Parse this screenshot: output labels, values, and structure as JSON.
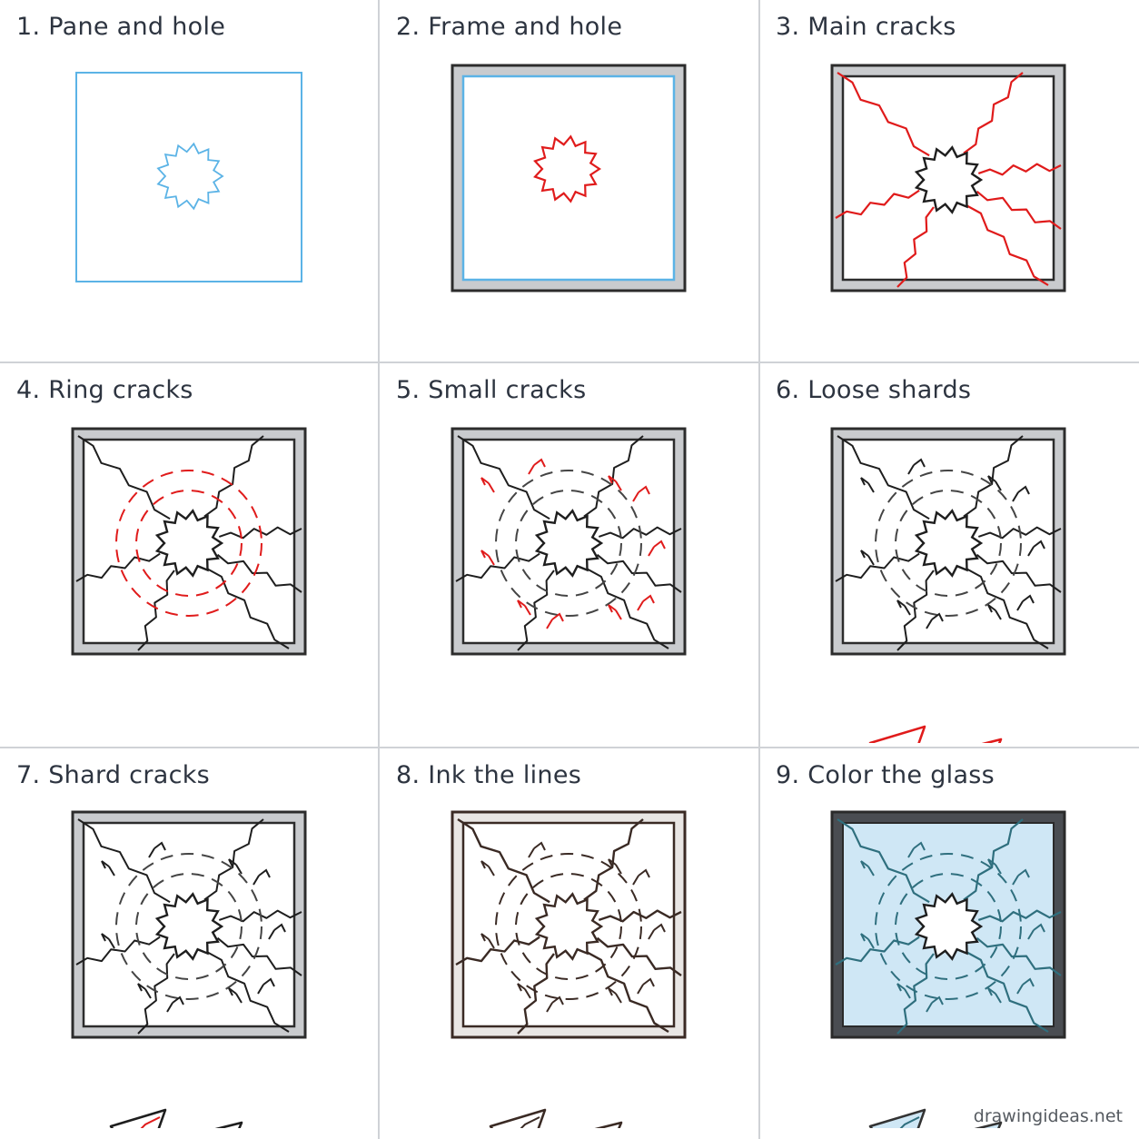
{
  "steps": [
    {
      "title": "1. Pane and hole"
    },
    {
      "title": "2. Frame and hole"
    },
    {
      "title": "3. Main cracks"
    },
    {
      "title": "4. Ring cracks"
    },
    {
      "title": "5. Small cracks"
    },
    {
      "title": "6. Loose shards"
    },
    {
      "title": "7. Shard cracks"
    },
    {
      "title": "8. Ink the lines"
    },
    {
      "title": "9. Color the glass"
    }
  ],
  "watermark": "drawingideas.net",
  "colors": {
    "pencil_blue": "#5bb3e6",
    "new_red": "#e01b1b",
    "ink_black": "#1e1e1e",
    "ink_brown": "#3a2a24",
    "frame_gray": "#c9cbce",
    "glass_blue": "#cfe7f5",
    "crack_teal": "#2f6f7e",
    "divider": "#cfd2d6"
  }
}
